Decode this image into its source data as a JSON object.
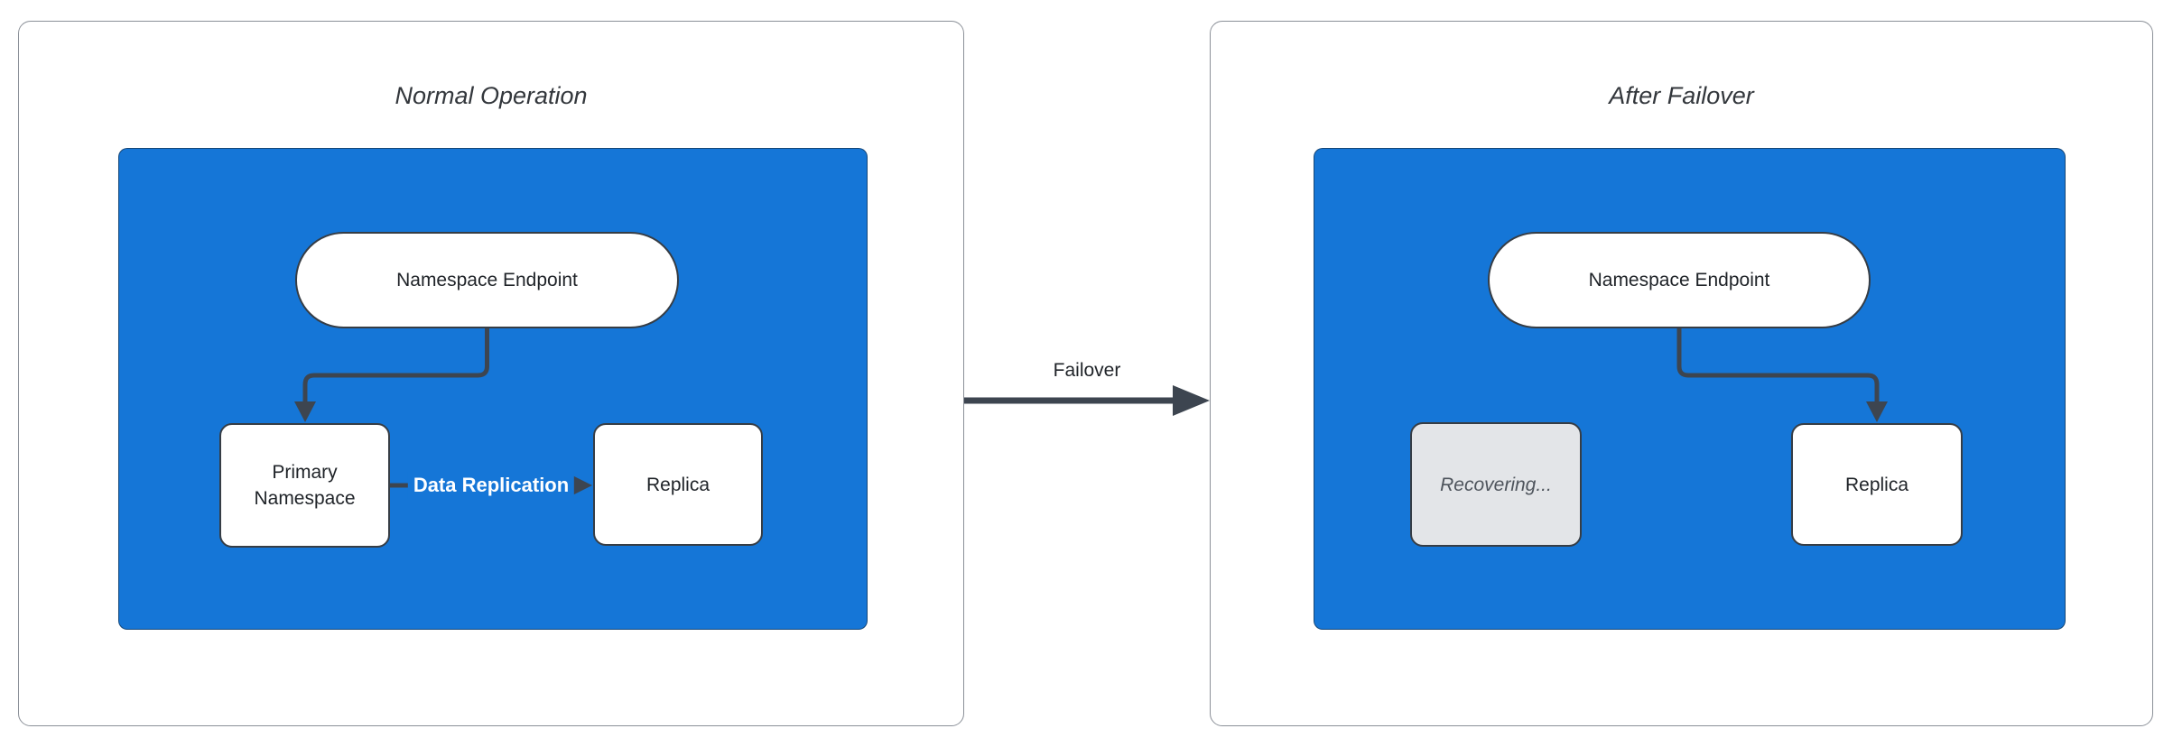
{
  "colors": {
    "container_blue": "#1576D7",
    "node_border": "#363D45",
    "arrow": "#3D4550",
    "panel_border": "#8B9098",
    "recovering_fill": "#E3E5E8",
    "recovering_text": "#4E545C",
    "title_text": "#33373C",
    "node_text": "#1F2328",
    "replication_label_text": "#FFFFFF"
  },
  "panels": [
    {
      "title": "Normal Operation",
      "endpoint": "Namespace Endpoint",
      "primary": "Primary Namespace",
      "replica": "Replica",
      "replication_label": "Data Replication"
    },
    {
      "title": "After Failover",
      "endpoint": "Namespace Endpoint",
      "recovering": "Recovering...",
      "replica": "Replica"
    }
  ],
  "transition": {
    "label": "Failover"
  }
}
